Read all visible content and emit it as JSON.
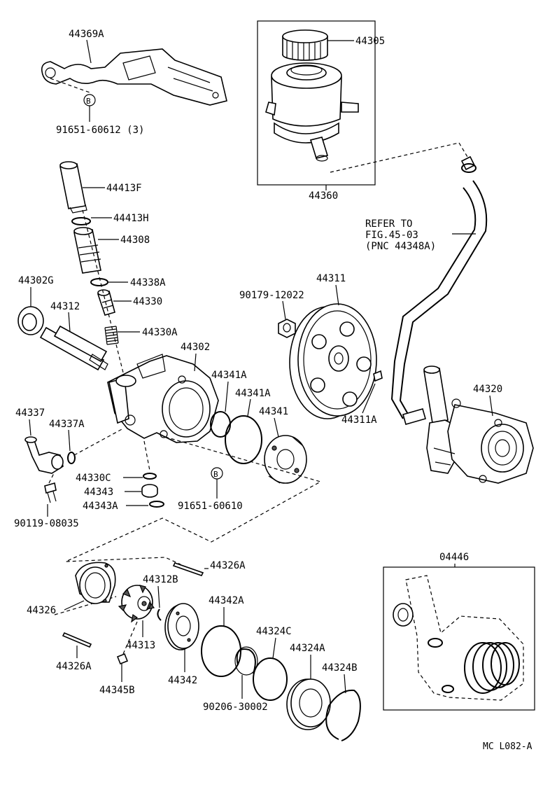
{
  "diagram": {
    "drawing_code": "MC L082-A",
    "inset_reservoir_label": "44360",
    "inset_kit_label": "04446",
    "hose_note": [
      "REFER TO",
      "FIG.45-03",
      "(PNC 44348A)"
    ],
    "labels": {
      "p44369A": "44369A",
      "p91651_60612": "91651-60612 (3)",
      "p44305": "44305",
      "p44413F": "44413F",
      "p44413H": "44413H",
      "p44308": "44308",
      "p44302G": "44302G",
      "p44338A": "44338A",
      "p44312": "44312",
      "p44330": "44330",
      "p44330A": "44330A",
      "p44311": "44311",
      "p90179_12022": "90179-12022",
      "p44302": "44302",
      "p44341A_1": "44341A",
      "p44341A_2": "44341A",
      "p44341": "44341",
      "p44311A": "44311A",
      "p44320": "44320",
      "p44337": "44337",
      "p44337A": "44337A",
      "p44330C": "44330C",
      "p44343": "44343",
      "p44343A": "44343A",
      "p91651_60610": "91651-60610",
      "p90119_08035": "90119-08035",
      "p44326A_1": "44326A",
      "p44312B": "44312B",
      "p44326": "44326",
      "p44342A": "44342A",
      "p44313": "44313",
      "p44324C": "44324C",
      "p44326A_2": "44326A",
      "p44324A": "44324A",
      "p44342": "44342",
      "p44345B": "44345B",
      "p44324B": "44324B",
      "p90206_30002": "90206-30002"
    },
    "bolt_marker": "B"
  }
}
